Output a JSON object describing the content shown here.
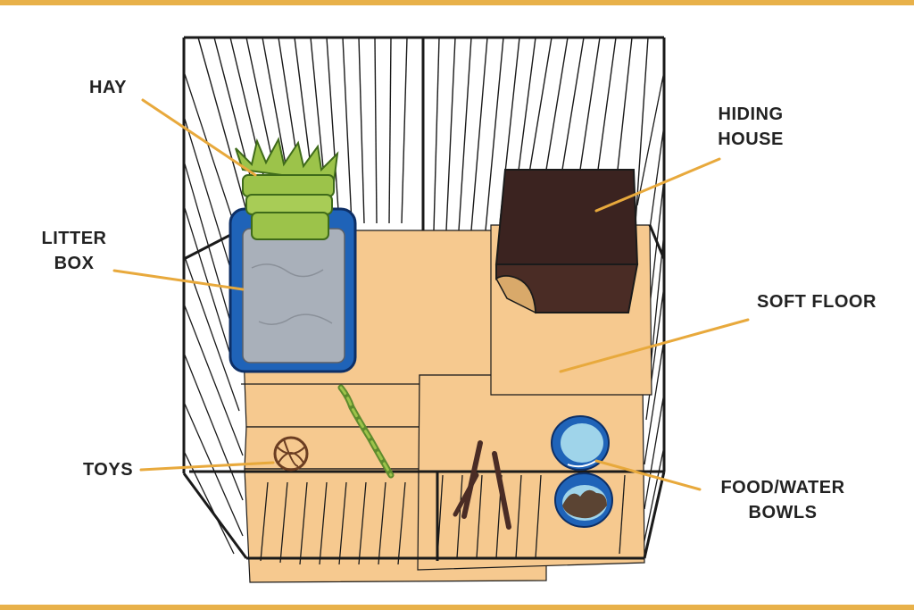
{
  "colors": {
    "border": "#e8b14a",
    "floor": "#f6c98f",
    "callout": "#e8a93c",
    "litter_box": "#1f63b8",
    "litter": "#a9b0ba",
    "hay": "#9cc34a",
    "hiding_house": "#4a2c25",
    "bowl": "#1f63b8",
    "water": "#9fd4ea",
    "food": "#5b4433",
    "wire": "#1a1a1a"
  },
  "labels": {
    "hay": "HAY",
    "hiding_house_line1": "HIDING",
    "hiding_house_line2": "HOUSE",
    "litter_box_line1": "LITTER",
    "litter_box_line2": "BOX",
    "soft_floor": "SOFT FLOOR",
    "toys": "TOYS",
    "bowls_line1": "FOOD/WATER",
    "bowls_line2": "BOWLS"
  }
}
